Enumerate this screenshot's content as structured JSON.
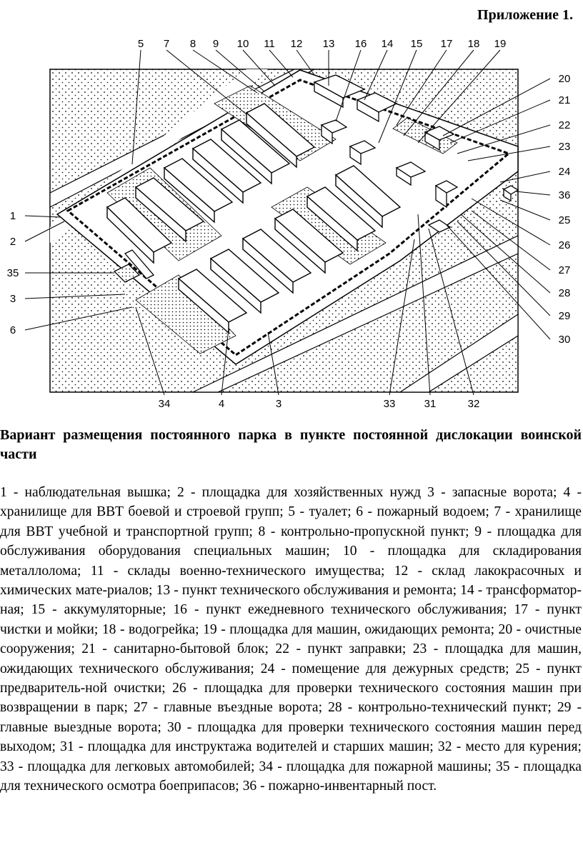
{
  "appendix_label": "Приложение 1.",
  "figure": {
    "callouts_top": [
      "5",
      "7",
      "8",
      "9",
      "10",
      "11",
      "12",
      "13",
      "16",
      "14",
      "15",
      "17",
      "18",
      "19"
    ],
    "callouts_right": [
      "20",
      "21",
      "22",
      "23",
      "24",
      "36",
      "25",
      "26",
      "27",
      "28",
      "29",
      "30"
    ],
    "callouts_left": [
      "1",
      "2",
      "35",
      "3",
      "6"
    ],
    "callouts_bottom": [
      "34",
      "4",
      "3",
      "33",
      "31",
      "32"
    ]
  },
  "caption": "Вариант размещения постоянного парка в пункте постоянной дислокации воинской части",
  "legend_text": "1 - наблюдательная вышка; 2 - площадка для хозяйственных нужд 3 - запасные ворота; 4 - хранилище для ВВТ боевой и строевой групп; 5 - туалет; 6 - пожарный водоем; 7 - хранилище для ВВТ учебной и транспортной групп; 8 - контрольно-пропускной пункт; 9 - площадка для обслуживания оборудования специальных машин; 10 - площадка для складирования металлолома; 11 - склады военно-технического имущества; 12 - склад лакокрасочных и химических мате-риалов; 13 - пункт технического обслуживания и ремонта; 14 - трансформатор-ная; 15 - аккумуляторные; 16 - пункт ежедневного технического обслуживания; 17 - пункт чистки и мойки; 18 - водогрейка; 19 - площадка для машин, ожидающих ремонта; 20 - очистные сооружения; 21 - санитарно-бытовой блок; 22 - пункт заправки; 23 - площадка для машин, ожидающих технического обслуживания; 24 - помещение для дежурных средств; 25 - пункт предваритель-ной очистки; 26 - площадка для проверки технического состояния машин при возвращении в парк; 27 - главные въездные ворота; 28 - контрольно-технический пункт; 29 - главные выездные ворота; 30 - площадка для проверки технического состояния машин перед выходом; 31 - площадка для инструктажа водителей и старших машин; 32 - место для курения; 33 - площадка для легковых автомобилей; 34 - площадка для пожарной машины; 35 - площадка для технического осмотра боеприпасов; 36 - пожарно-инвентарный пост."
}
